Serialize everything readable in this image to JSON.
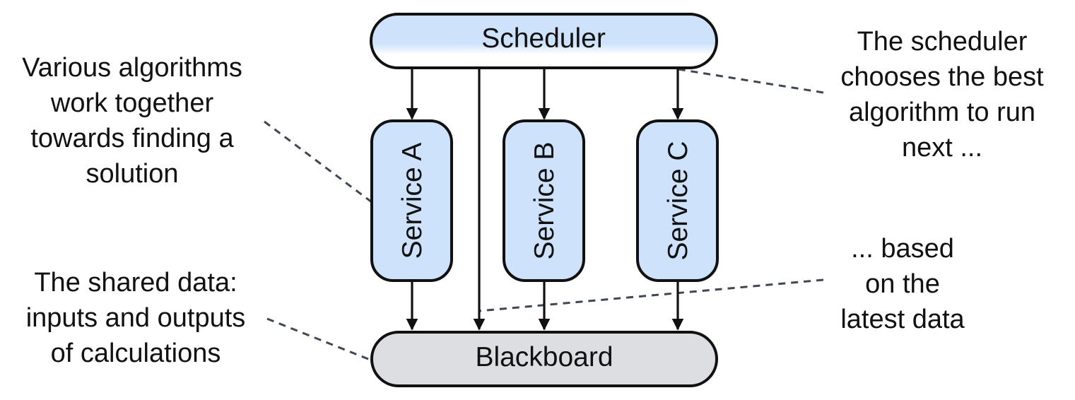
{
  "nodes": {
    "scheduler": "Scheduler",
    "service_a": "Service A",
    "service_b": "Service B",
    "service_c": "Service C",
    "blackboard": "Blackboard"
  },
  "annotations": {
    "algorithms": [
      "Various algorithms",
      "work together",
      "towards finding a",
      "solution"
    ],
    "shared_data": [
      "The shared data:",
      "inputs and outputs",
      "of calculations"
    ],
    "scheduler_choice": [
      "The scheduler",
      "chooses the best",
      "algorithm to run",
      "next ..."
    ],
    "latest_data": [
      "... based",
      "on the",
      "latest data"
    ]
  },
  "colors": {
    "service_fill": "#cfe2fb",
    "blackboard_fill": "#dcdee2",
    "scheduler_fill_top": "#cfe2fb",
    "scheduler_fill_bottom": "#ffffff",
    "line": "#111111",
    "leader": "#3f4752"
  }
}
